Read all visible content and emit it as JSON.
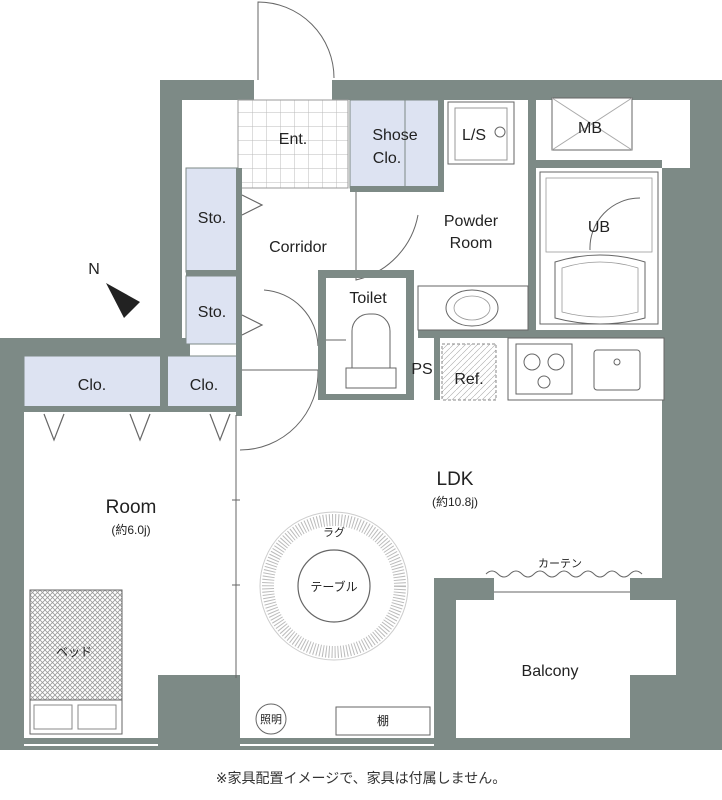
{
  "rooms": {
    "entrance": "Ent.",
    "shoe_closet_line1": "Shose",
    "shoe_closet_line2": "Clo.",
    "laundry": "L/S",
    "meter_box": "MB",
    "storage_upper": "Sto.",
    "storage_lower": "Sto.",
    "corridor": "Corridor",
    "powder_room_line1": "Powder",
    "powder_room_line2": "Room",
    "unit_bath": "UB",
    "toilet": "Toilet",
    "pipe_space": "PS",
    "refrigerator": "Ref.",
    "closet_left": "Clo.",
    "closet_right": "Clo.",
    "room": "Room",
    "room_size": "(約6.0j)",
    "ldk": "LDK",
    "ldk_size": "(約10.8j)",
    "balcony": "Balcony"
  },
  "furniture": {
    "rug": "ラグ",
    "table": "テーブル",
    "curtain": "カーテン",
    "bed": "ベッド",
    "lighting": "照明",
    "shelf": "棚"
  },
  "compass": {
    "label": "N"
  },
  "footer_note": "※家具配置イメージで、家具は付属しません。",
  "colors": {
    "wall": "#7d8a86",
    "closet_fill": "#dde3f2",
    "tile_line": "#bbbbbb"
  }
}
